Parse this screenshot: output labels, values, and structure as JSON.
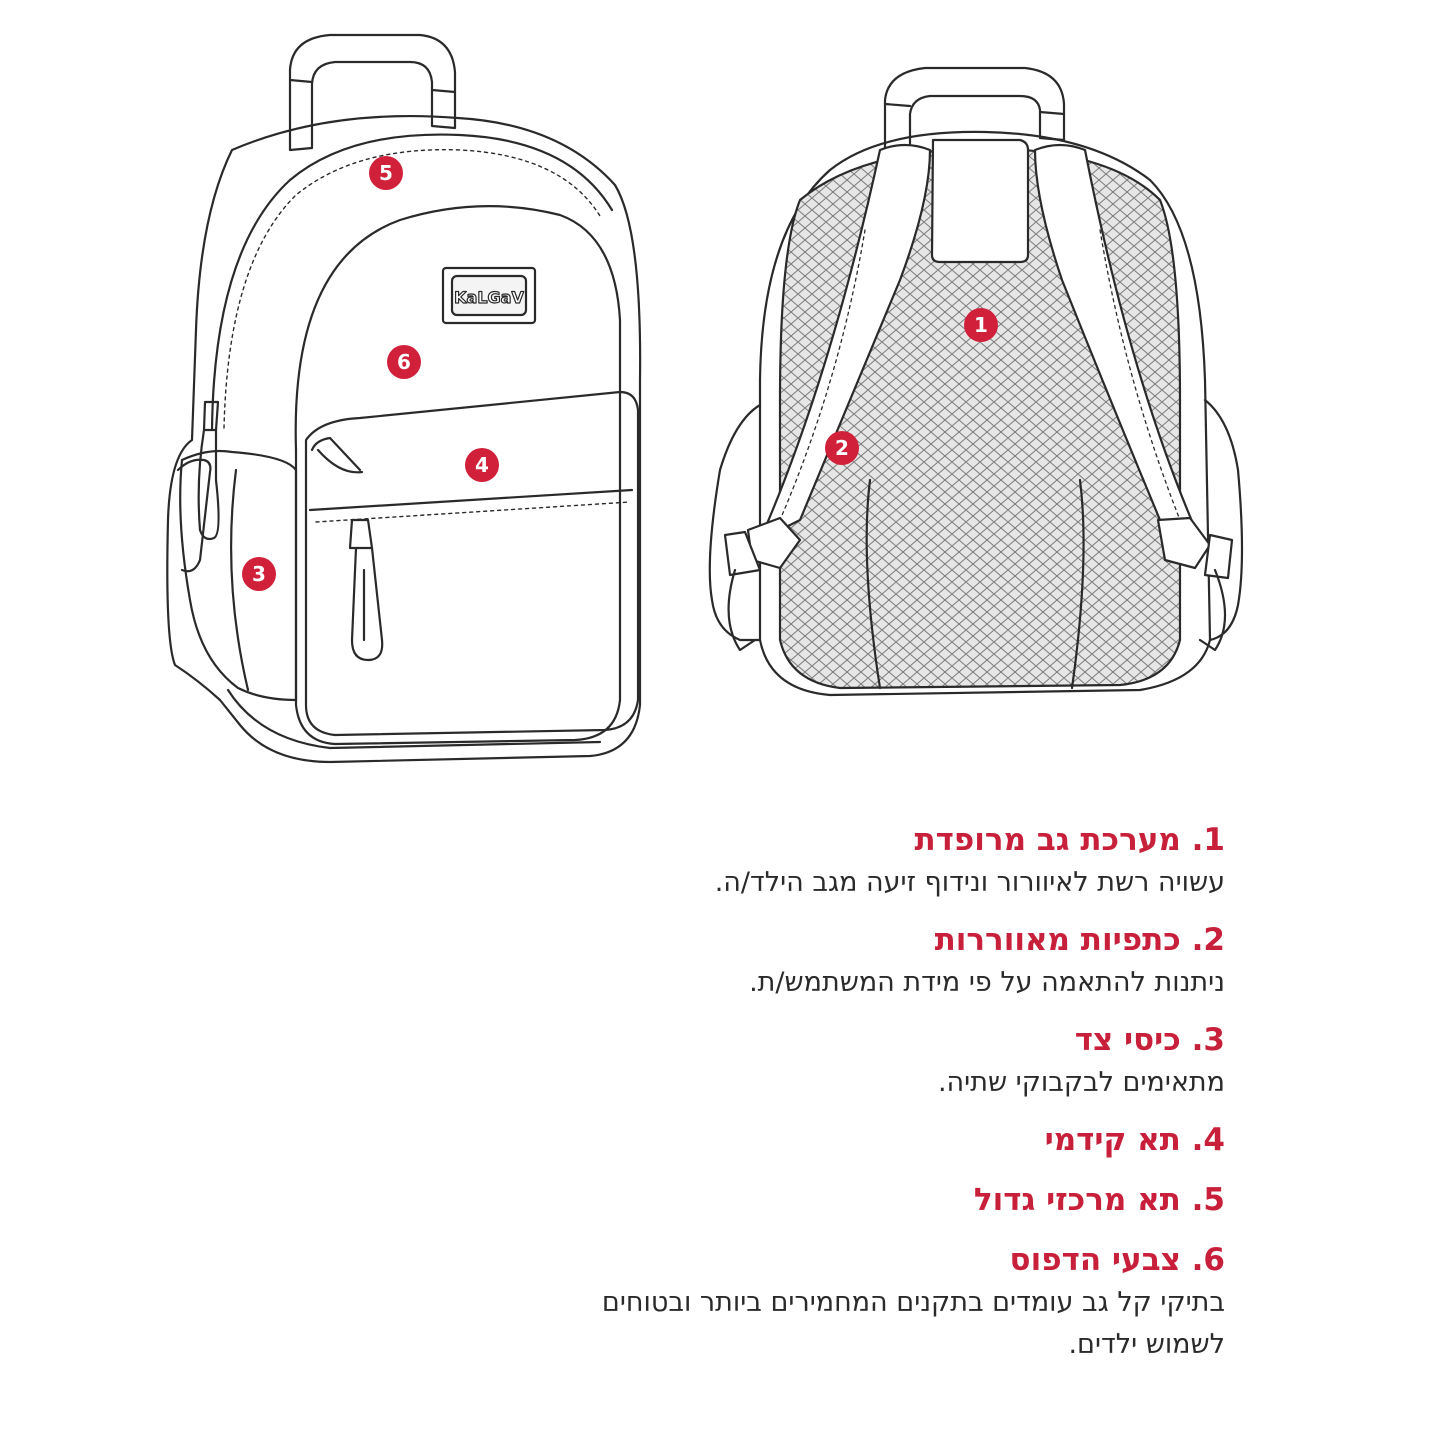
{
  "diagram": {
    "brand_logo": "KaLGaV",
    "markers": [
      "1",
      "2",
      "3",
      "4",
      "5",
      "6"
    ],
    "accent_color": "#d0203a",
    "line_color": "#2a2a2a"
  },
  "features": [
    {
      "title": "1. מערכת גב מרופדת",
      "desc": "עשויה רשת לאיוורור ונידוף זיעה מגב הילד/ה."
    },
    {
      "title": "2. כתפיות מאווררות",
      "desc": "ניתנות להתאמה על פי מידת המשתמש/ת."
    },
    {
      "title": "3. כיסי צד",
      "desc": "מתאימים לבקבוקי שתיה."
    },
    {
      "title": "4. תא קידמי"
    },
    {
      "title": "5. תא מרכזי גדול"
    },
    {
      "title": "6. צבעי הדפוס",
      "desc": "בתיקי קל גב עומדים בתקנים המחמירים ביותר ובטוחים לשמוש ילדים."
    }
  ]
}
